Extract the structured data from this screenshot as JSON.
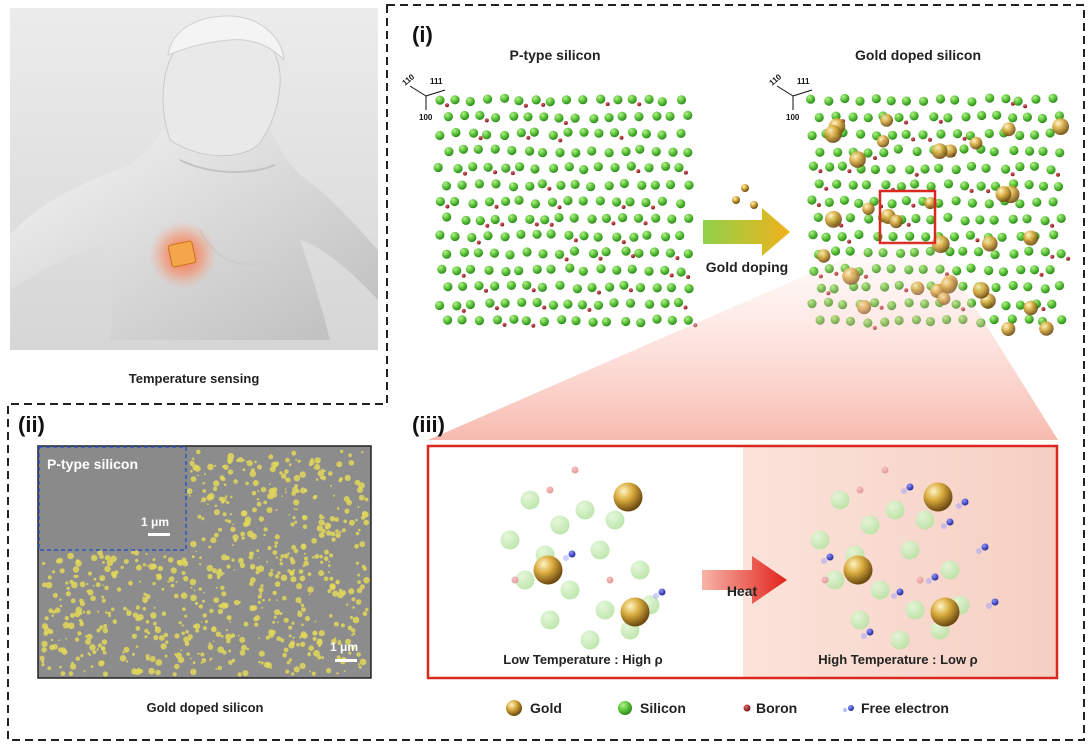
{
  "panel_top_left": {
    "caption": "Temperature sensing"
  },
  "panel_i": {
    "label": "(i)",
    "left_title": "P-type silicon",
    "right_title": "Gold doped silicon",
    "arrow_label": "Gold doping",
    "axis_labels": {
      "a": "110",
      "b": "111",
      "c": "100"
    }
  },
  "panel_ii": {
    "label": "(ii)",
    "inset_title": "P-type silicon",
    "inset_scale": "1 μm",
    "main_scale": "1 μm",
    "caption": "Gold doped silicon"
  },
  "panel_iii": {
    "label": "(iii)",
    "left_caption": "Low Temperature : High ρ",
    "right_caption": "High Temperature : Low ρ",
    "arrow_label": "Heat"
  },
  "legend": {
    "gold": "Gold",
    "silicon": "Silicon",
    "boron": "Boron",
    "electron": "Free electron"
  },
  "colors": {
    "silicon": "#5cc43a",
    "gold": "#c89b2c",
    "boron": "#a8242a",
    "electron": "#3d45c8",
    "highlight_box": "#d9291f",
    "sem_bg": "#8c8c8c",
    "sem_particle": "#e3d85a",
    "heat_bg": "#f9d9cf"
  }
}
